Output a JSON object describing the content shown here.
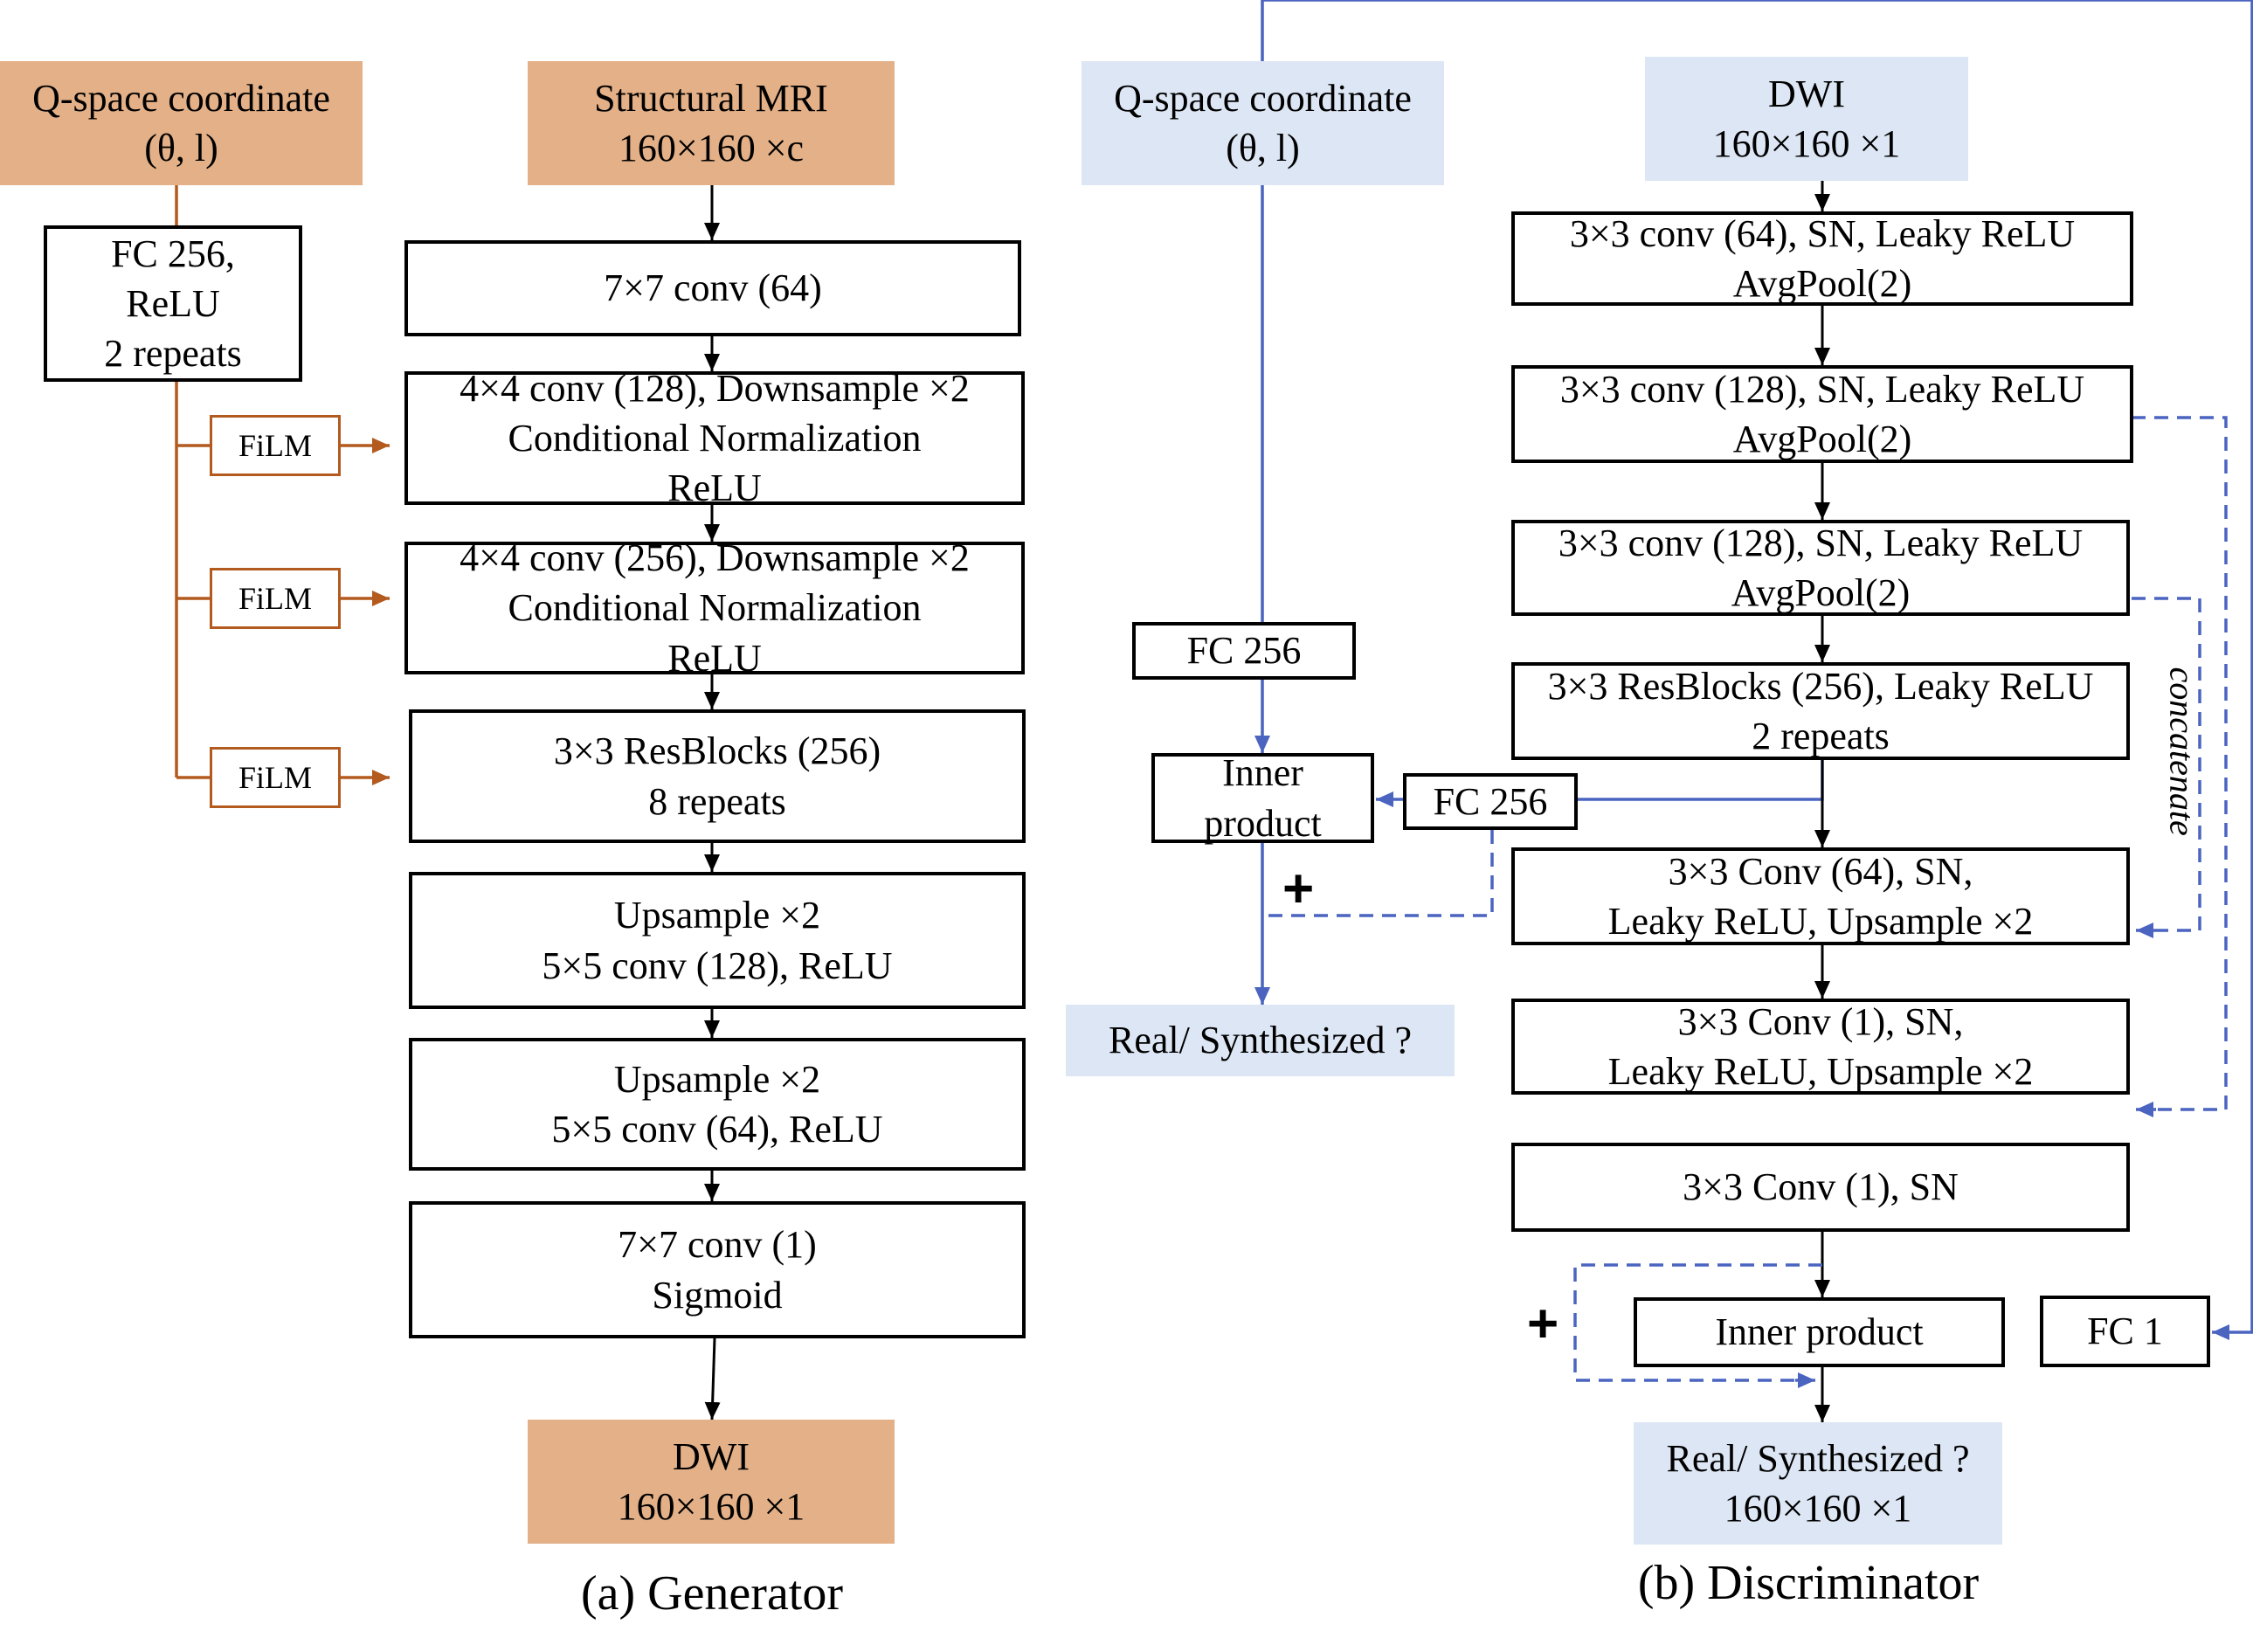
{
  "colors": {
    "generator_io": "#e3b087",
    "discriminator_io": "#dde6f4",
    "film_arrow": "#b35a1f",
    "blue_arrow": "#4a64c0"
  },
  "generator": {
    "qspace": {
      "line1": "Q-space coordinate",
      "line2": "(θ, l)"
    },
    "smri": {
      "line1": "Structural MRI",
      "line2": "160×160 ×c"
    },
    "fc": {
      "line1": "FC 256,",
      "line2": "ReLU",
      "line3": "2 repeats"
    },
    "film_labels": [
      "FiLM",
      "FiLM",
      "FiLM"
    ],
    "layers": [
      {
        "line1": "7×7 conv (64)"
      },
      {
        "line1": "4×4 conv (128), Downsample ×2",
        "line2": "Conditional Normalization",
        "line3": "ReLU"
      },
      {
        "line1": "4×4 conv (256), Downsample ×2",
        "line2": "Conditional Normalization",
        "line3": "ReLU"
      },
      {
        "line1": "3×3 ResBlocks (256)",
        "line2": "8 repeats"
      },
      {
        "line1": "Upsample ×2",
        "line2": "5×5 conv (128), ReLU"
      },
      {
        "line1": "Upsample ×2",
        "line2": "5×5 conv (64), ReLU"
      },
      {
        "line1": "7×7 conv (1)",
        "line2": "Sigmoid"
      }
    ],
    "output": {
      "line1": "DWI",
      "line2": "160×160 ×1"
    },
    "caption": "(a) Generator"
  },
  "discriminator": {
    "qspace": {
      "line1": "Q-space coordinate",
      "line2": "(θ, l)"
    },
    "dwi": {
      "line1": "DWI",
      "line2": "160×160 ×1"
    },
    "layers": [
      {
        "line1": "3×3 conv (64), SN, Leaky ReLU",
        "line2": "AvgPool(2)"
      },
      {
        "line1": "3×3 conv (128), SN, Leaky ReLU",
        "line2": "AvgPool(2)"
      },
      {
        "line1": "3×3 conv (128), SN, Leaky ReLU",
        "line2": "AvgPool(2)"
      },
      {
        "line1": "3×3 ResBlocks (256), Leaky ReLU",
        "line2": "2 repeats"
      },
      {
        "line1": "3×3 Conv (64), SN,",
        "line2": "Leaky ReLU, Upsample ×2"
      },
      {
        "line1": "3×3 Conv (1), SN,",
        "line2": "Leaky ReLU, Upsample ×2"
      },
      {
        "line1": "3×3 Conv (1), SN"
      }
    ],
    "fc256_top": "FC 256",
    "fc256_side": "FC 256",
    "inner_left": {
      "line1": "Inner",
      "line2": "product"
    },
    "inner_right": "Inner product",
    "fc1": "FC 1",
    "plus_left": "+",
    "plus_right": "+",
    "concatenate": "concatenate",
    "output_left": "Real/ Synthesized ?",
    "output_right": {
      "line1": "Real/ Synthesized ?",
      "line2": "160×160 ×1"
    },
    "caption": "(b) Discriminator"
  }
}
